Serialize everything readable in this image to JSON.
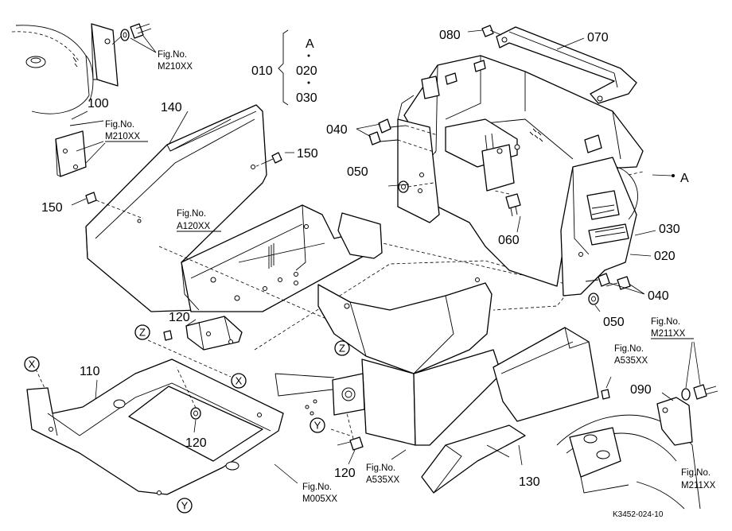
{
  "part_labels": [
    {
      "id": "p100",
      "text": "100"
    },
    {
      "id": "p140",
      "text": "140"
    },
    {
      "id": "p010",
      "text": "010"
    },
    {
      "id": "pA_top",
      "text": "A"
    },
    {
      "id": "p020_top",
      "text": "020"
    },
    {
      "id": "p030_top",
      "text": "030"
    },
    {
      "id": "p080",
      "text": "080"
    },
    {
      "id": "p070",
      "text": "070"
    },
    {
      "id": "p040_top",
      "text": "040"
    },
    {
      "id": "p150_right",
      "text": "150"
    },
    {
      "id": "p050_top",
      "text": "050"
    },
    {
      "id": "p150_left",
      "text": "150"
    },
    {
      "id": "pA_right",
      "text": "A"
    },
    {
      "id": "p060",
      "text": "060"
    },
    {
      "id": "p030_right",
      "text": "030"
    },
    {
      "id": "p020_right",
      "text": "020"
    },
    {
      "id": "p040_bottom",
      "text": "040"
    },
    {
      "id": "p050_bottom",
      "text": "050"
    },
    {
      "id": "p120_top",
      "text": "120"
    },
    {
      "id": "p110",
      "text": "110"
    },
    {
      "id": "p120_mid",
      "text": "120"
    },
    {
      "id": "p120_bottom",
      "text": "120"
    },
    {
      "id": "p130",
      "text": "130"
    },
    {
      "id": "p090",
      "text": "090"
    }
  ],
  "fig_refs": [
    {
      "id": "f1",
      "label": "Fig.No.",
      "number": "M210XX"
    },
    {
      "id": "f2",
      "label": "Fig.No.",
      "number": "M210XX"
    },
    {
      "id": "f3",
      "label": "Fig.No.",
      "number": "A120XX"
    },
    {
      "id": "f4",
      "label": "Fig.No.",
      "number": "M211XX"
    },
    {
      "id": "f5",
      "label": "Fig.No.",
      "number": "A535XX"
    },
    {
      "id": "f6",
      "label": "Fig.No.",
      "number": "A535XX"
    },
    {
      "id": "f7",
      "label": "Fig.No.",
      "number": "M005XX"
    },
    {
      "id": "f8",
      "label": "Fig.No.",
      "number": "M211XX"
    }
  ],
  "connection_markers": [
    {
      "id": "zTop",
      "text": "Z"
    },
    {
      "id": "zMid",
      "text": "Z"
    },
    {
      "id": "xLeft",
      "text": "X"
    },
    {
      "id": "xMid",
      "text": "X"
    },
    {
      "id": "yLeft",
      "text": "Y"
    },
    {
      "id": "yBottom",
      "text": "Y"
    }
  ],
  "drawing_code": "K3452-024-10"
}
